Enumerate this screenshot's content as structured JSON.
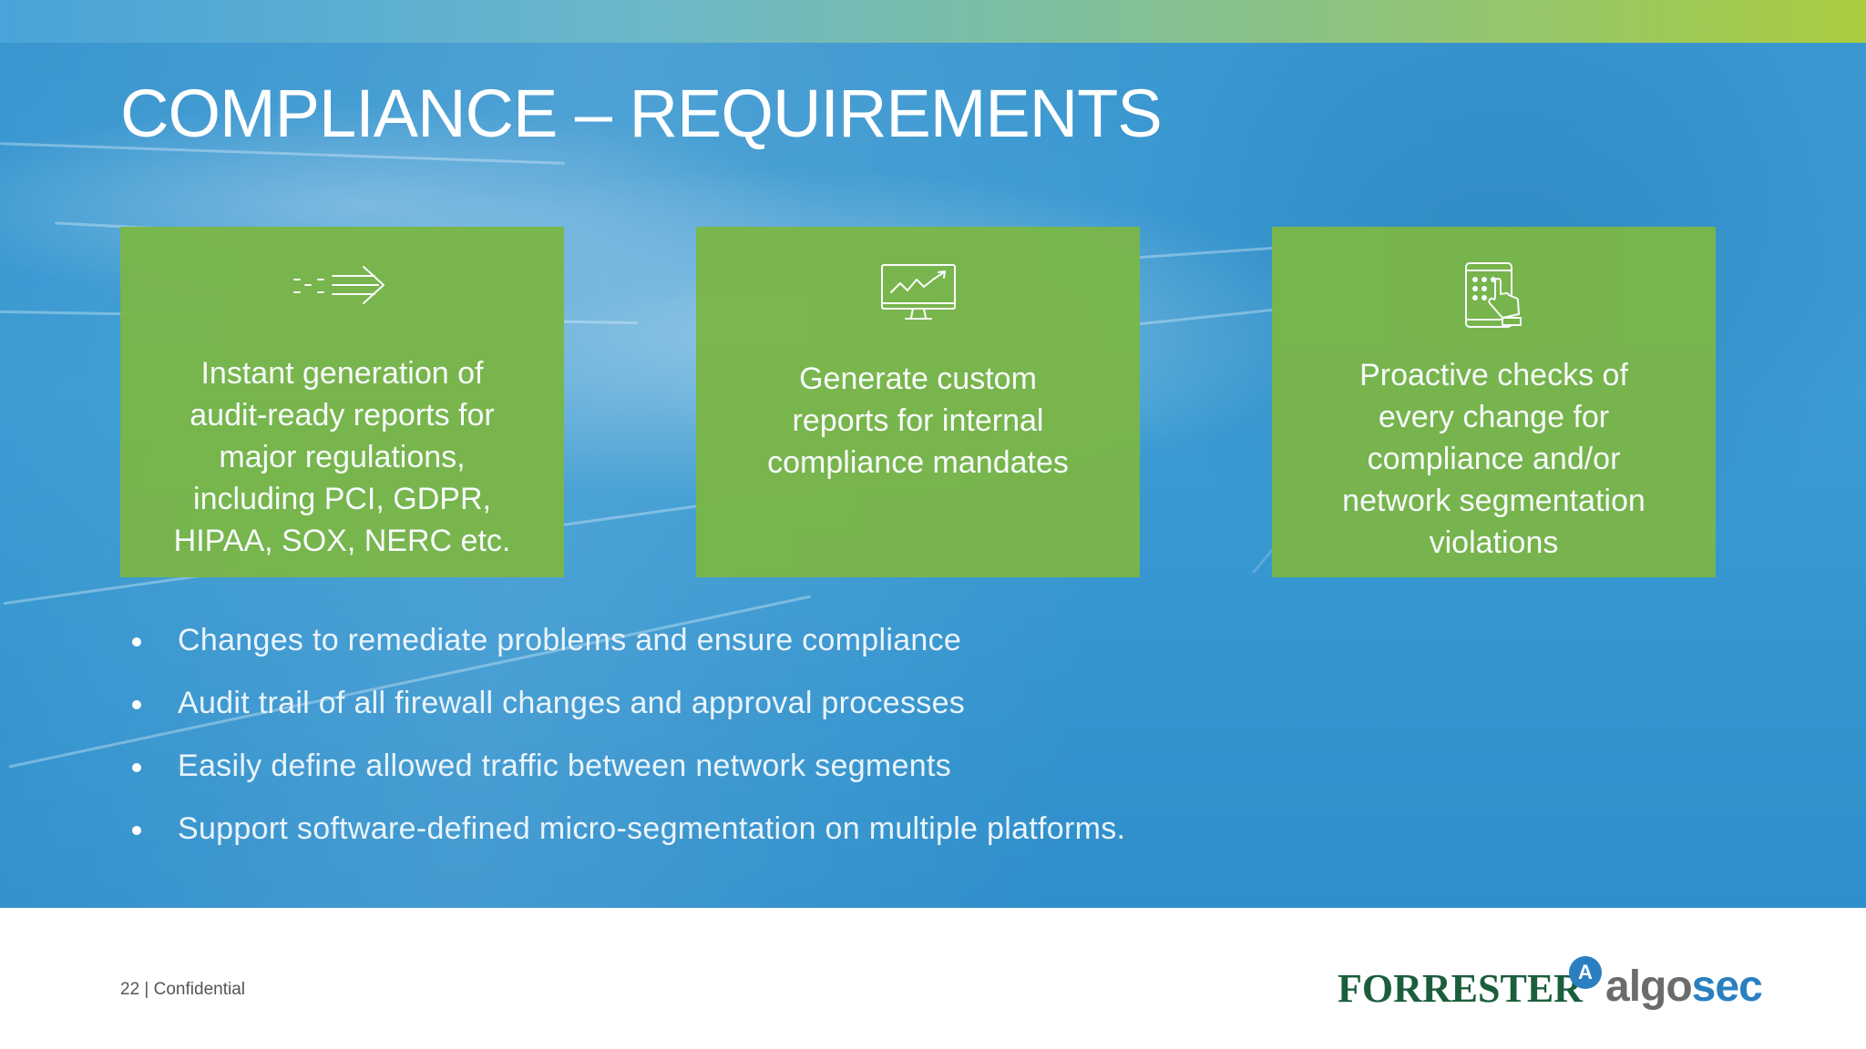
{
  "slide": {
    "title": "COMPLIANCE – REQUIREMENTS",
    "cards": [
      {
        "icon": "arrow-right-icon",
        "lines": [
          "Instant generation of",
          "audit-ready reports for",
          "major regulations,",
          "including PCI, GDPR,",
          "HIPAA, SOX, NERC etc."
        ]
      },
      {
        "icon": "monitor-chart-icon",
        "lines": [
          "Generate custom",
          "reports for internal",
          "compliance mandates"
        ]
      },
      {
        "icon": "tablet-touch-icon",
        "lines": [
          "Proactive checks of",
          "every change for",
          "compliance and/or",
          "network segmentation",
          "violations"
        ]
      }
    ],
    "bullets": [
      "Changes to remediate problems and ensure compliance",
      "Audit trail of all firewall changes and approval processes",
      "Easily define allowed traffic between network segments",
      "Support software-defined micro-segmentation on multiple platforms."
    ],
    "footer": {
      "page_number": "22",
      "separator": "|",
      "label": "Confidential"
    },
    "logos": {
      "forrester": "FORRESTER",
      "algosec": "algosec"
    },
    "colors": {
      "card_green": "#7ab648",
      "background_blue": "#3a96cf",
      "forrester_green": "#1b5e3b",
      "algosec_blue": "#2a7fc1"
    }
  }
}
